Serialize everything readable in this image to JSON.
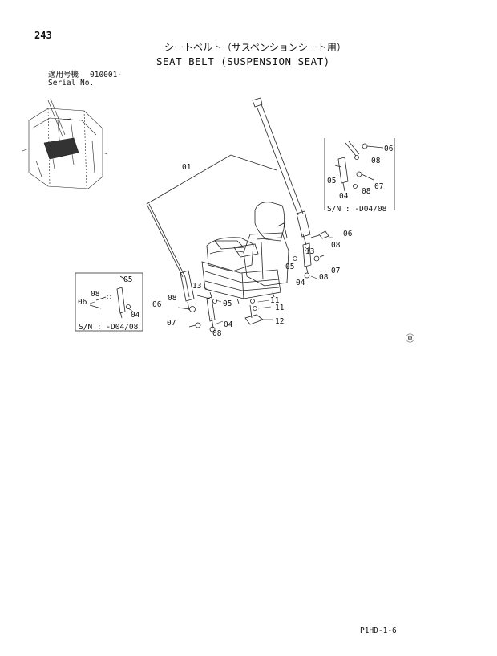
{
  "page": {
    "number": "243",
    "title_jp": "シートベルト（サスペンションシート用）",
    "title_en": "SEAT BELT (SUSPENSION SEAT)",
    "serial_label_jp": "適用号機",
    "serial_label_en": "Serial No.",
    "serial_value": "010001-",
    "footer_code": "P1HD-1-6"
  },
  "callouts": {
    "main_belt": "01",
    "right_top": [
      "06",
      "08",
      "05",
      "07",
      "04",
      "08"
    ],
    "right_mid": [
      "06",
      "08",
      "13",
      "05",
      "07",
      "04",
      "08"
    ],
    "left_main": [
      "13",
      "08",
      "06",
      "05",
      "07",
      "04",
      "08"
    ],
    "left_inset": [
      "05",
      "08",
      "06",
      "04"
    ],
    "bottom_bracket": [
      "11",
      "11",
      "12"
    ]
  },
  "insets": {
    "right_serial": "S/N : -D04/08",
    "left_serial": "S/N : -D04/08"
  },
  "mark": "⓪"
}
